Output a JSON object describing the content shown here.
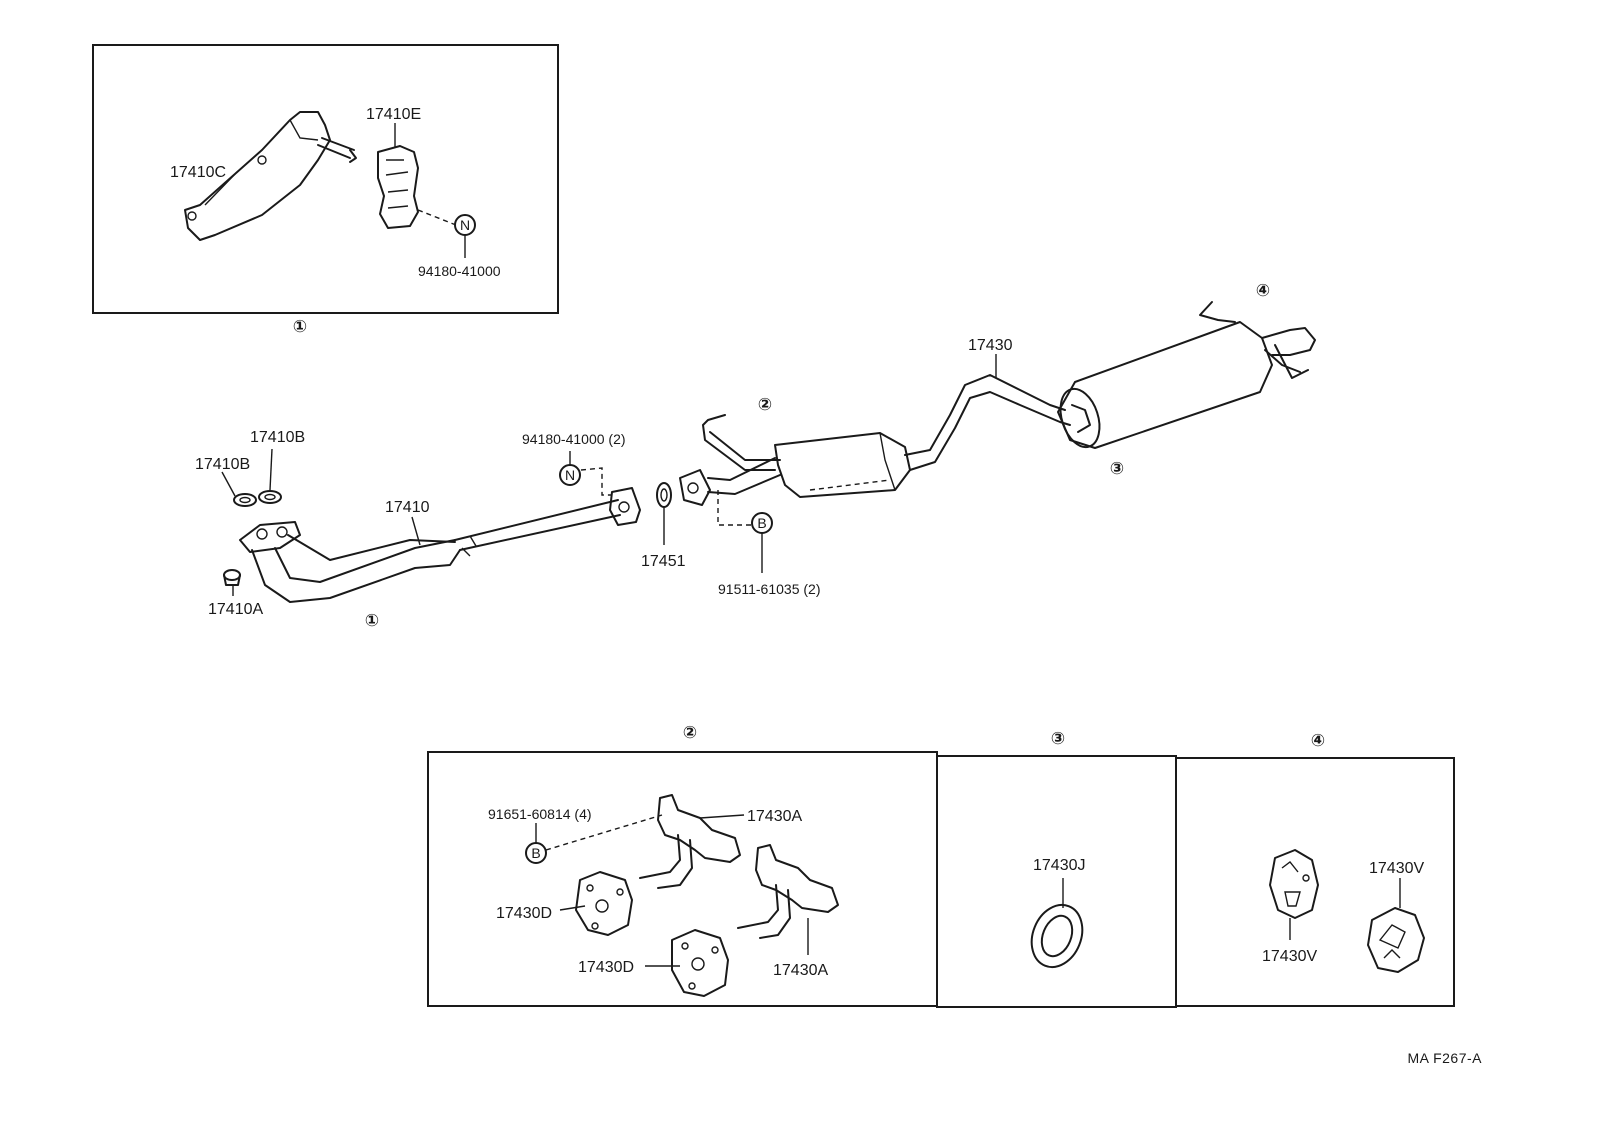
{
  "callouts": {
    "c1": "①",
    "c2": "②",
    "c3": "③",
    "c4": "④",
    "nut": "N",
    "bolt": "B"
  },
  "labels": {
    "p17410C": "17410C",
    "p17410E": "17410E",
    "p94180_41000": "94180-41000",
    "p17410B_a": "17410B",
    "p17410B_b": "17410B",
    "p17410": "17410",
    "p17410A": "17410A",
    "p94180_41000_2": "94180-41000 (2)",
    "p17451": "17451",
    "p91511_61035_2": "91511-61035 (2)",
    "p17430": "17430",
    "p91651_60814_4": "91651-60814 (4)",
    "p17430A_top": "17430A",
    "p17430A_bottom": "17430A",
    "p17430D_top": "17430D",
    "p17430D_bottom": "17430D",
    "p17430J": "17430J",
    "p17430V_left": "17430V",
    "p17430V_right": "17430V"
  },
  "reference_code": "MA  F267-A"
}
